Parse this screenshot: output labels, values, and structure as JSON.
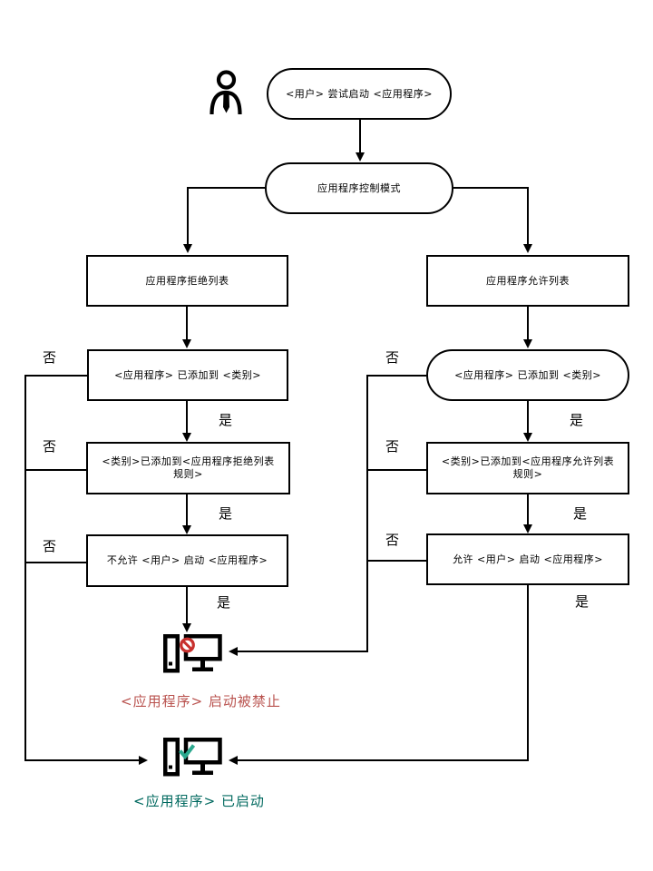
{
  "nodes": {
    "start": "<用户> 尝试启动 <应用程序>",
    "mode": "应用程序控制模式",
    "deny_header": "应用程序拒绝列表",
    "allow_header": "应用程序允许列表",
    "deny_step1": "<应用程序> 已添加到 <类别>",
    "deny_step2": "<类别>已添加到<应用程序拒绝列表规则>",
    "deny_step3": "不允许 <用户> 启动 <应用程序>",
    "allow_step1": "<应用程序> 已添加到 <类别>",
    "allow_step2": "<类别>已添加到<应用程序允许列表规则>",
    "allow_step3": "允许 <用户> 启动 <应用程序>"
  },
  "labels": {
    "yes": "是",
    "no": "否"
  },
  "outcomes": {
    "blocked": "<应用程序> 启动被禁止",
    "started": "<应用程序> 已启动"
  },
  "icons": {
    "person": "person-icon",
    "blocked_computer": "computer-blocked-icon",
    "started_computer": "computer-started-icon"
  },
  "colors": {
    "line": "#000000",
    "blocked_text": "#b9524e",
    "started_text": "#00695f",
    "prohibit_badge": "#c8312e",
    "check_badge": "#2ba88e"
  }
}
